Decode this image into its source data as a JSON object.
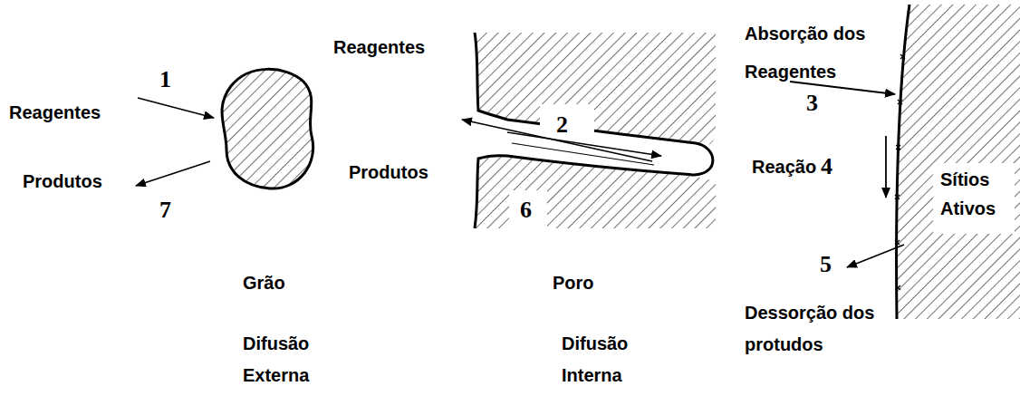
{
  "diagram": {
    "labels": [
      "Reagentes",
      "1",
      "Produtos",
      "7",
      "Grão",
      "Difusão Externa",
      "Reagentes",
      "2",
      "Produtos",
      "6",
      "Poro",
      "Difusão Interna",
      "Absorção dos Reagentes",
      "3",
      "Reação",
      "4",
      "Sítios Ativos",
      "5",
      "Dessorção dos protudos"
    ]
  }
}
